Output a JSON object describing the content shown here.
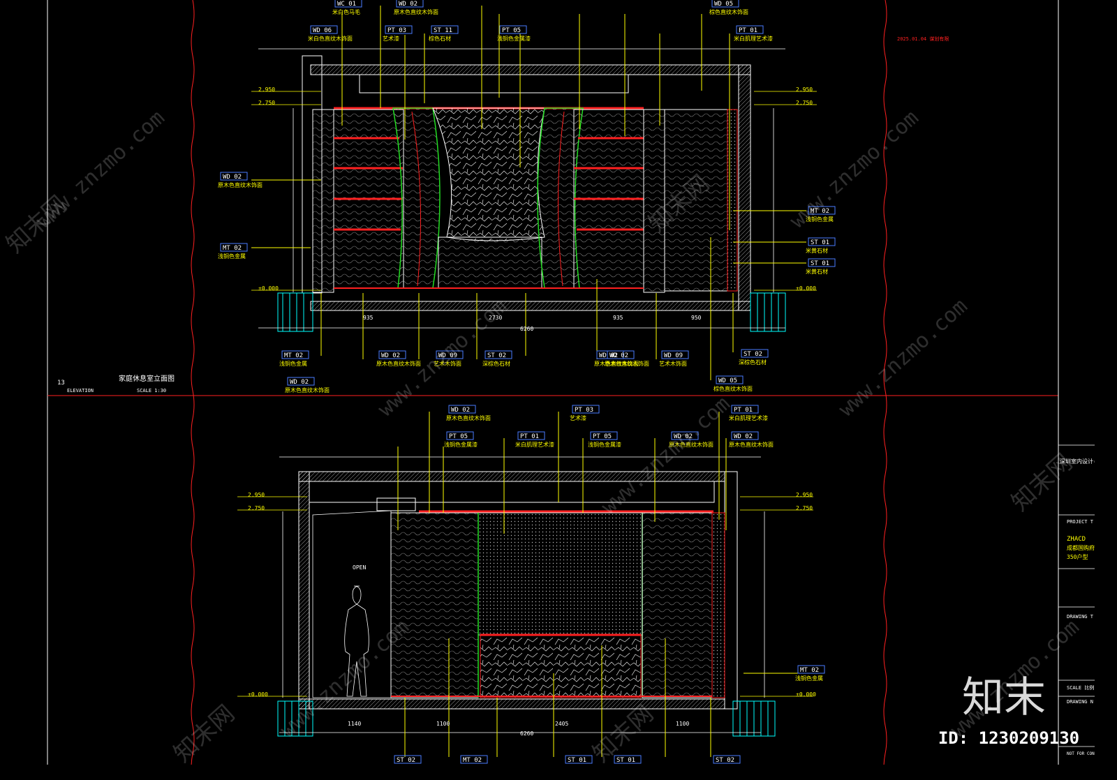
{
  "watermarks": [
    "www.znzmo.com",
    "知末网",
    "知末"
  ],
  "stamp_date": "2025.01.04 谋划有限",
  "elevation_top": {
    "title": "家庭休息室立面图",
    "sub": "ELEVATION",
    "scale": "SCALE 1:30",
    "number": "13",
    "levels": [
      "2.950",
      "2.750",
      "±0.000"
    ],
    "tags_top": [
      {
        "code": "WC 01",
        "text": "米白色马毛"
      },
      {
        "code": "WD 02",
        "text": "原木色直纹木饰面"
      },
      {
        "code": "WD 06",
        "text": "米白色直纹木饰面"
      },
      {
        "code": "PT 03",
        "text": "艺术漆"
      },
      {
        "code": "ST 11",
        "text": "棕色石材"
      },
      {
        "code": "PT 05",
        "text": "浅铜色金属漆"
      },
      {
        "code": "PT 01",
        "text": "米白肌理艺术漆"
      },
      {
        "code": "WD 05",
        "text": "棕色直纹木饰面"
      }
    ],
    "tags_left": [
      {
        "code": "WD 02",
        "text": "原木色直纹木饰面"
      },
      {
        "code": "MT 02",
        "text": "浅铜色金属"
      }
    ],
    "tags_right": [
      {
        "code": "MT 02",
        "text": "浅铜色金属"
      },
      {
        "code": "ST 01",
        "text": "米黄石材"
      },
      {
        "code": "ST 01",
        "text": "米黄石材"
      }
    ],
    "tags_bottom": [
      {
        "code": "MT 02",
        "text": "浅铜色金属"
      },
      {
        "code": "WD 02",
        "text": "原木色直纹木饰面"
      },
      {
        "code": "WD 09",
        "text": "艺术木饰面"
      },
      {
        "code": "ST 02",
        "text": "深棕色石材"
      },
      {
        "code": "WD 02",
        "text": "原木色直纹木饰面"
      },
      {
        "code": "WD 02",
        "text": "原木色直纹木饰面"
      },
      {
        "code": "WD 09",
        "text": "艺术木饰面"
      },
      {
        "code": "WD 02",
        "text": "原木色直纹木饰面"
      },
      {
        "code": "ST 02",
        "text": "深棕色石材"
      },
      {
        "code": "WD 05",
        "text": "棕色直纹木饰面"
      }
    ],
    "dims_bottom": [
      "935",
      "2730",
      "935",
      "950",
      "6260"
    ]
  },
  "elevation_bottom": {
    "levels": [
      "2.950",
      "2.750",
      "±0.000"
    ],
    "open_label": "OPEN",
    "tags_top": [
      {
        "code": "WD 02",
        "text": "原木色直纹木饰面"
      },
      {
        "code": "PT 03",
        "text": "艺术漆"
      },
      {
        "code": "PT 05",
        "text": "浅铜色金属漆"
      },
      {
        "code": "PT 01",
        "text": "米白肌理艺术漆"
      },
      {
        "code": "PT 05",
        "text": "浅铜色金属漆"
      },
      {
        "code": "WD 02",
        "text": "原木色直纹木饰面"
      },
      {
        "code": "PT 01",
        "text": "米白肌理艺术漆"
      },
      {
        "code": "WD 02",
        "text": "原木色直纹木饰面"
      }
    ],
    "tags_right": [
      {
        "code": "MT 02",
        "text": "浅铜色金属"
      }
    ],
    "tags_bottom": [
      {
        "code": "ST 02",
        "text": ""
      },
      {
        "code": "MT 02",
        "text": ""
      },
      {
        "code": "ST 01",
        "text": ""
      },
      {
        "code": "ST 01",
        "text": ""
      },
      {
        "code": "ST 02",
        "text": ""
      }
    ],
    "dims_bottom": [
      "1140",
      "1100",
      "2405",
      "1100",
      "6260"
    ]
  },
  "title_block": {
    "project": "PROJECT T",
    "company": "ZHACD",
    "line1": "成都国购府口",
    "line2": "350户型",
    "designer": "深圳室内设计(上",
    "drawing_t": "DRAWING T",
    "scale": "SCALE 比例",
    "drawing_n": "DRAWING N",
    "not_for": "NOT FOR CONS"
  },
  "brand": {
    "logo": "知末",
    "id": "ID: 1230209130"
  },
  "colors": {
    "line_yellow": "#ffff00",
    "line_red": "#ff2020",
    "line_green": "#22dd22",
    "line_cyan": "#00ffff",
    "tag_blue": "#4a7dff"
  }
}
